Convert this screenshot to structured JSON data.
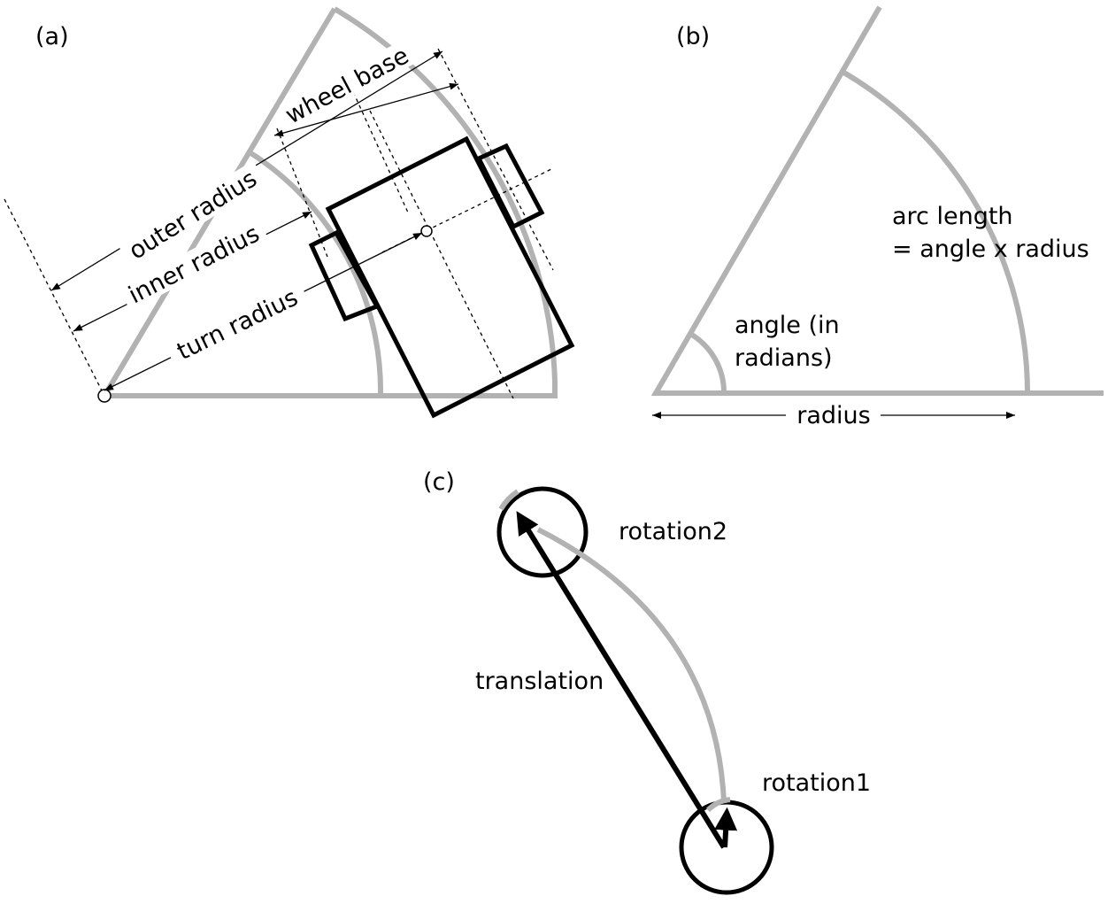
{
  "panel_a": {
    "tag": "(a)",
    "labels": {
      "wheel_base": "wheel base",
      "outer_radius": "outer radius",
      "inner_radius": "inner radius",
      "turn_radius": "turn radius"
    }
  },
  "panel_b": {
    "tag": "(b)",
    "arc_length_line1": "arc length",
    "arc_length_line2": "= angle x radius",
    "angle_line1": "angle (in",
    "angle_line2": "radians)",
    "radius": "radius"
  },
  "panel_c": {
    "tag": "(c)",
    "rotation2": "rotation2",
    "translation": "translation",
    "rotation1": "rotation1"
  },
  "colors": {
    "path_grey": "#b2b2b2",
    "ink": "#000000"
  }
}
